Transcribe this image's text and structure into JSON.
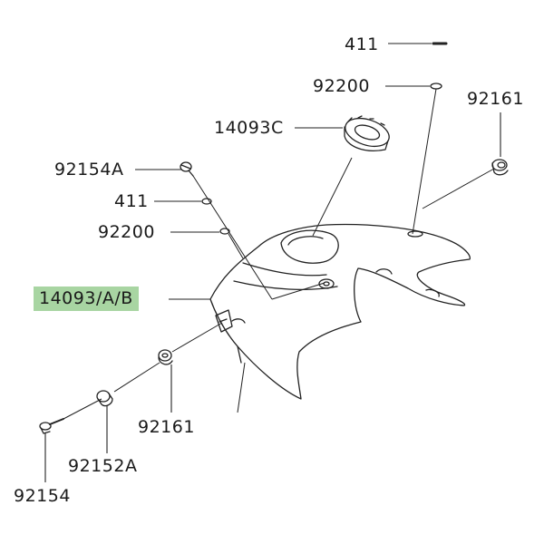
{
  "diagram": {
    "highlight_color": "#a8d5a2",
    "line_color": "#222222",
    "callouts": [
      {
        "id": "411-top",
        "text": "411",
        "highlight": false
      },
      {
        "id": "92200-top",
        "text": "92200",
        "highlight": false
      },
      {
        "id": "92161-right",
        "text": "92161",
        "highlight": false
      },
      {
        "id": "14093C",
        "text": "14093C",
        "highlight": false
      },
      {
        "id": "92154A",
        "text": "92154A",
        "highlight": false
      },
      {
        "id": "411-mid",
        "text": "411",
        "highlight": false
      },
      {
        "id": "92200-mid",
        "text": "92200",
        "highlight": false
      },
      {
        "id": "14093-ab",
        "text": "14093/A/B",
        "highlight": true
      },
      {
        "id": "92161-bottom",
        "text": "92161",
        "highlight": false
      },
      {
        "id": "92152A",
        "text": "92152A",
        "highlight": false
      },
      {
        "id": "92154",
        "text": "92154",
        "highlight": false
      }
    ]
  }
}
